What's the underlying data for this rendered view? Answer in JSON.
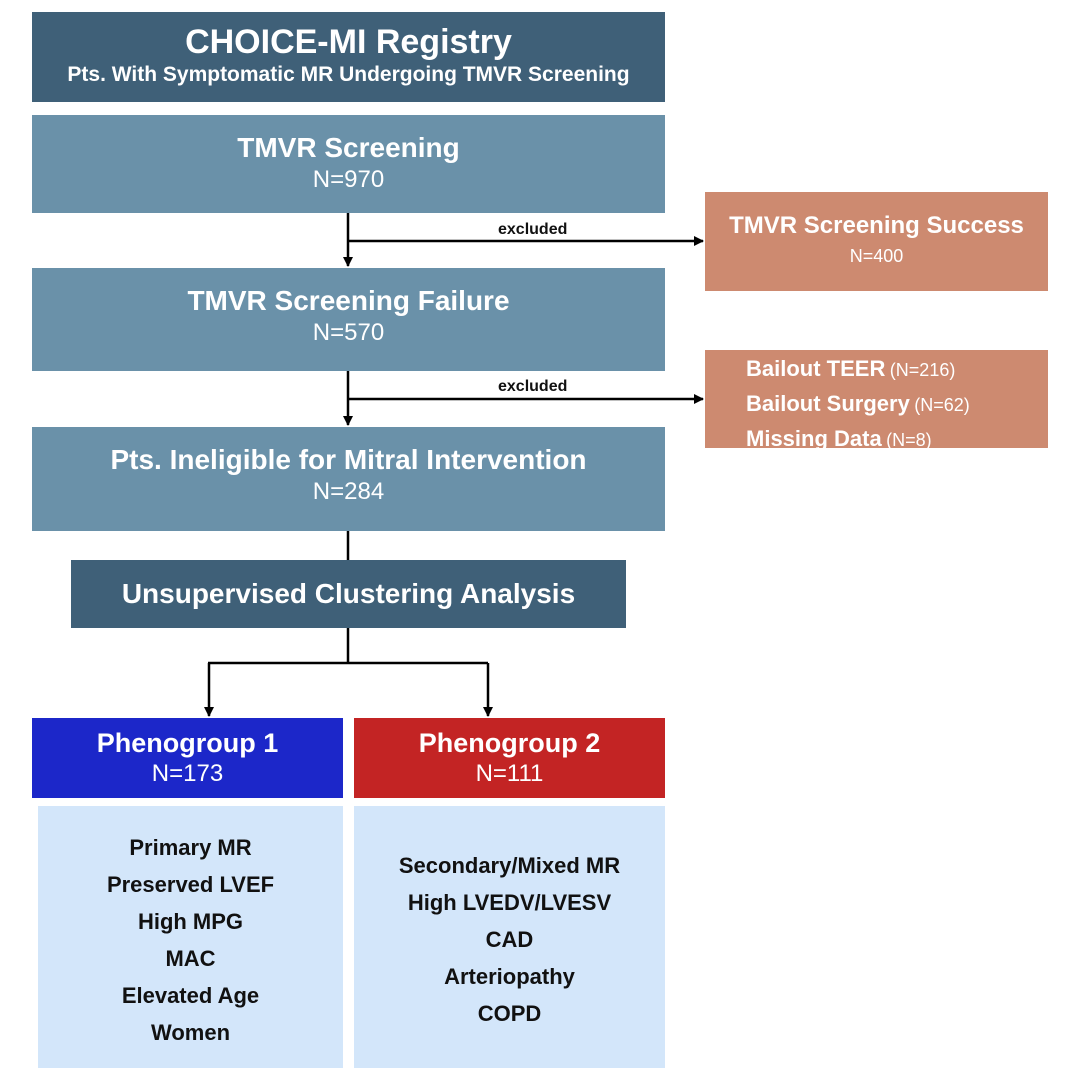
{
  "registry": {
    "title": "CHOICE-MI Registry",
    "subtitle": "Pts. With Symptomatic MR Undergoing TMVR Screening"
  },
  "screening": {
    "title": "TMVR Screening",
    "n": "N=970"
  },
  "screening_success": {
    "title": "TMVR Screening Success",
    "n": "N=400"
  },
  "screening_failure": {
    "title": "TMVR Screening Failure",
    "n": "N=570"
  },
  "excluded_label": "excluded",
  "bailout": {
    "items": [
      {
        "label": "Bailout TEER",
        "count": "(N=216)"
      },
      {
        "label": "Bailout Surgery",
        "count": "(N=62)"
      },
      {
        "label": "Missing Data",
        "count": "(N=8)"
      }
    ]
  },
  "ineligible": {
    "title": "Pts. Ineligible for Mitral Intervention",
    "n": "N=284"
  },
  "clustering": {
    "title": "Unsupervised Clustering Analysis"
  },
  "phenogroup1": {
    "title": "Phenogroup 1",
    "n": "N=173",
    "features": [
      "Primary MR",
      "Preserved LVEF",
      "High MPG",
      "MAC",
      "Elevated Age",
      "Women"
    ]
  },
  "phenogroup2": {
    "title": "Phenogroup 2",
    "n": "N=111",
    "features": [
      "Secondary/Mixed MR",
      "High LVEDV/LVESV",
      "CAD",
      "Arteriopathy",
      "COPD"
    ]
  },
  "colors": {
    "dark_header": "#3f6078",
    "step_box": "#6a91a9",
    "excluded_box": "#cd8a70",
    "phenogroup1": "#1c27c9",
    "phenogroup2": "#c32424",
    "feature_bg": "#d3e6fa"
  }
}
